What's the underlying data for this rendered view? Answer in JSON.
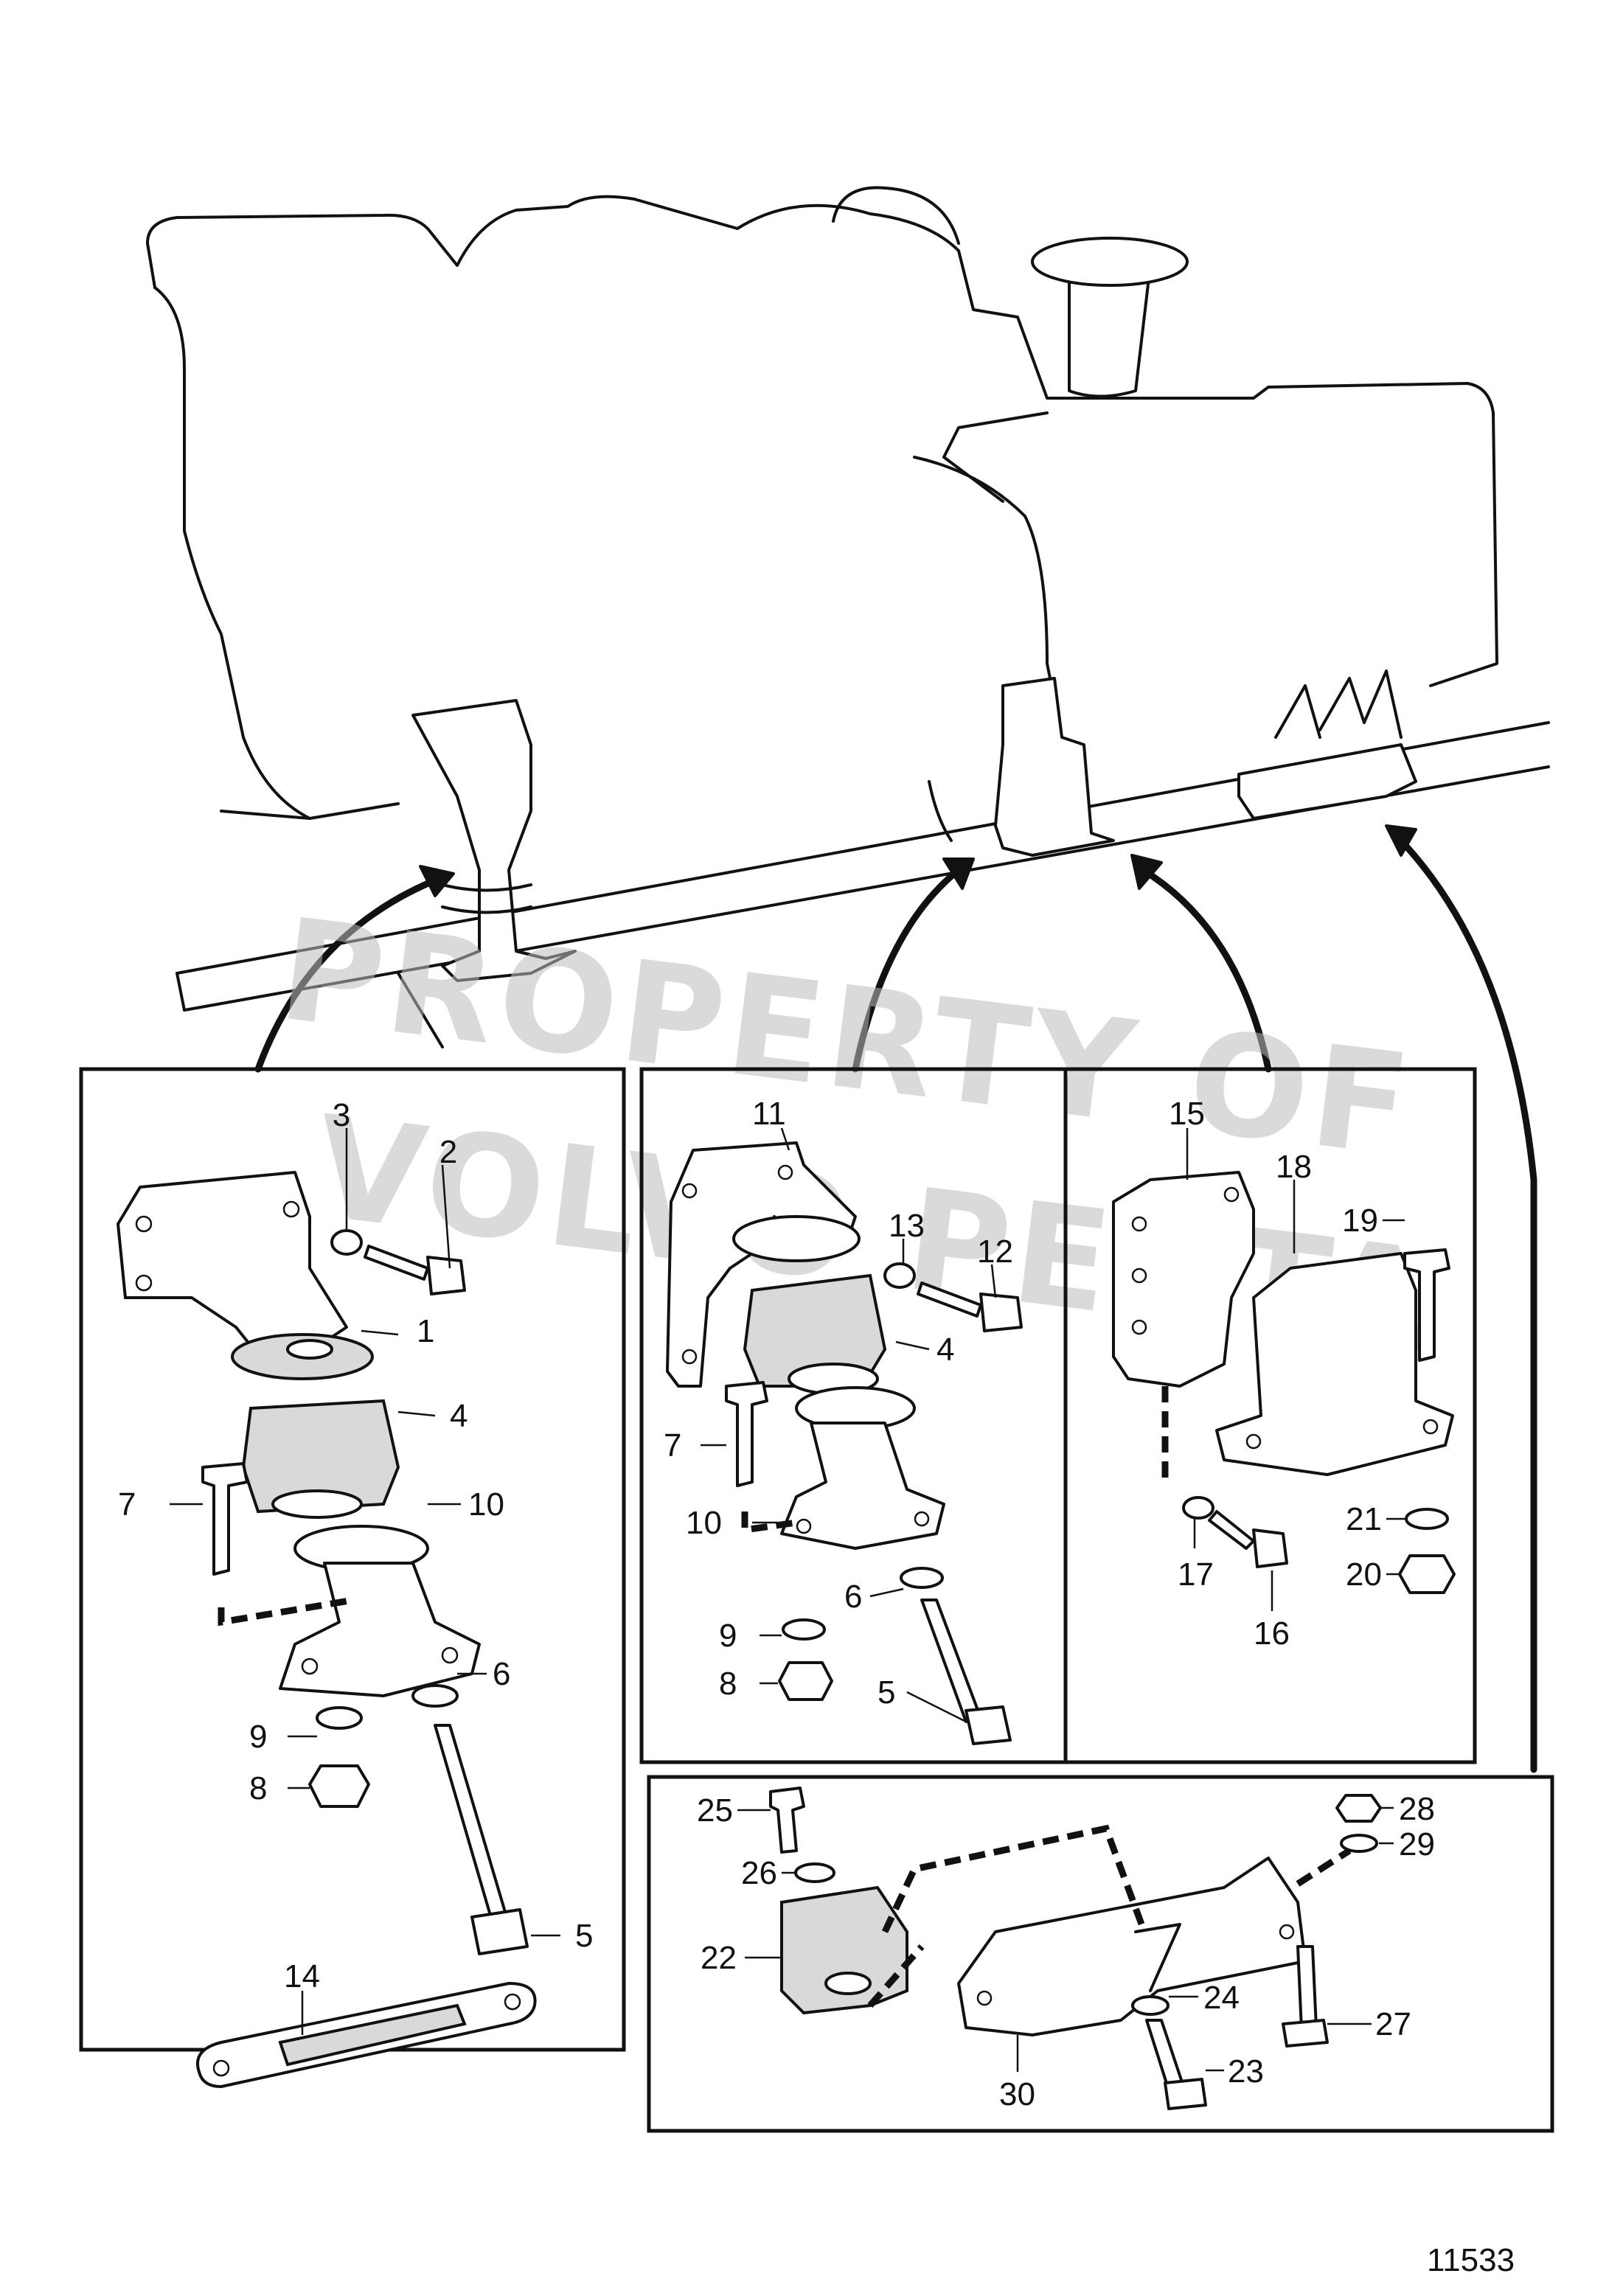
{
  "watermark": {
    "line1": "PROPERTY OF",
    "line2": "VOLVO PENTA"
  },
  "figure_number": "11533",
  "callouts": {
    "p1": "1",
    "p2": "2",
    "p3": "3",
    "p4a": "4",
    "p4b": "4",
    "p5a": "5",
    "p5b": "5",
    "p6a": "6",
    "p6b": "6",
    "p7a": "7",
    "p7b": "7",
    "p8a": "8",
    "p8b": "8",
    "p9a": "9",
    "p9b": "9",
    "p10a": "10",
    "p10b": "10",
    "p11": "11",
    "p12": "12",
    "p13": "13",
    "p14": "14",
    "p15": "15",
    "p16": "16",
    "p17": "17",
    "p18": "18",
    "p19": "19",
    "p20": "20",
    "p21": "21",
    "p22": "22",
    "p23": "23",
    "p24": "24",
    "p25": "25",
    "p26": "26",
    "p27": "27",
    "p28": "28",
    "p29": "29",
    "p30": "30"
  }
}
